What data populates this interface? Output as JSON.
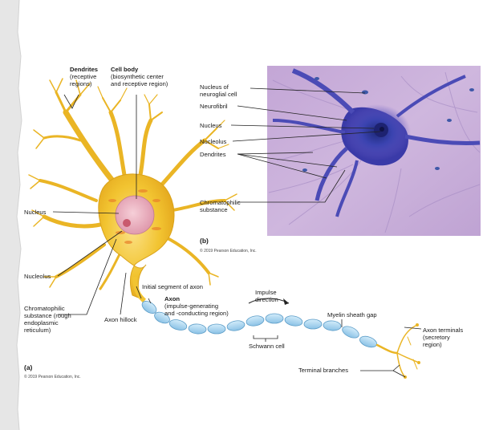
{
  "panel_a": {
    "tag": "(a)",
    "copyright": "© 2019 Pearson Education, Inc.",
    "labels": {
      "dendrites_title": "Dendrites",
      "dendrites_sub1": "(receptive",
      "dendrites_sub2": "regions)",
      "cell_body_title": "Cell body",
      "cell_body_sub1": "(biosynthetic center",
      "cell_body_sub2": "and receptive region)",
      "nucleus": "Nucleus",
      "nucleolus": "Nucleolus",
      "chromatophilic_1": "Chromatophilic",
      "chromatophilic_2": "substance (rough",
      "chromatophilic_3": "endoplasmic",
      "chromatophilic_4": "reticulum)",
      "axon_hillock": "Axon hillock",
      "initial_segment": "Initial segment of axon",
      "axon_title": "Axon",
      "axon_sub1": "(impulse-generating",
      "axon_sub2": "and -conducting region)",
      "impulse_1": "Impulse",
      "impulse_2": "direction",
      "schwann": "Schwann cell",
      "myelin_gap": "Myelin sheath gap",
      "axon_terminals_1": "Axon terminals",
      "axon_terminals_2": "(secretory",
      "axon_terminals_3": "region)",
      "terminal_branches": "Terminal branches"
    }
  },
  "panel_b": {
    "tag": "(b)",
    "copyright": "© 2019 Pearson Education, Inc.",
    "labels": {
      "neuroglial_1": "Nucleus of",
      "neuroglial_2": "neuroglial cell",
      "neurofibril": "Neurofibril",
      "nucleus": "Nucleus",
      "nucleolus": "Nucleolus",
      "dendrites": "Dendrites",
      "chromatophilic_1": "Chromatophilic",
      "chromatophilic_2": "substance"
    }
  },
  "colors": {
    "cell_fill": "#f2c431",
    "cell_edge": "#d9a21a",
    "nucleus": "#e9a7b8",
    "nucleolus": "#c95a6e",
    "myelin": "#a9d4ee",
    "myelin_edge": "#5b9cc7",
    "micrograph_bg": "#c9aed8",
    "stain": "#3b3fa8",
    "leader": "#222222"
  }
}
